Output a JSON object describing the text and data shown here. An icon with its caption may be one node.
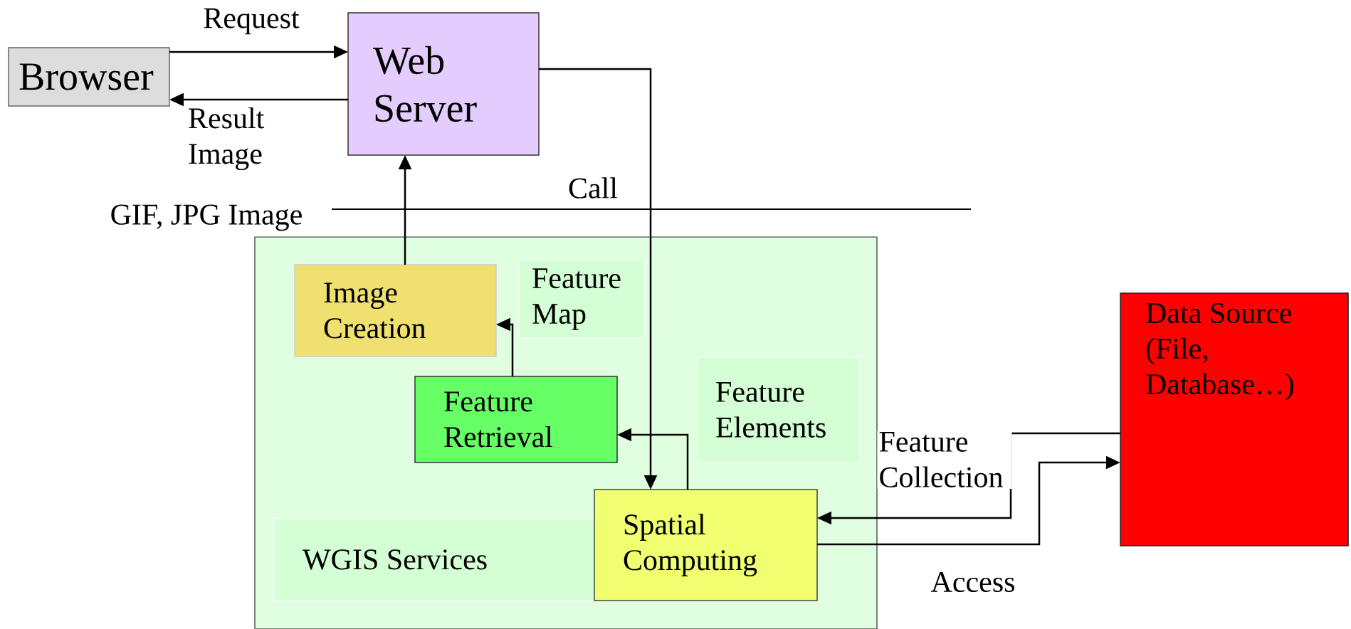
{
  "diagram": {
    "nodes": [
      {
        "text": [
          "Browser"
        ]
      },
      {
        "text": [
          "Web Server"
        ]
      },
      {
        "text": [],
        "shape": "box"
      },
      {
        "text": [
          "Image Creation"
        ],
        "in": 2
      },
      {
        "text": [
          "Feature Map"
        ],
        "in": 2
      },
      {
        "text": [
          "Feature Retrieval"
        ],
        "in": 2
      },
      {
        "text": [
          "Feature Elements"
        ],
        "in": 2
      },
      {
        "text": [
          "WGIS Services"
        ],
        "in": 2
      },
      {
        "text": [
          "Spatial Computing"
        ],
        "in": 2
      },
      {
        "text": [
          "Data Source (File, Database…)"
        ]
      }
    ],
    "edges": [
      {
        "from": 0,
        "to": 1,
        "arrow": "to",
        "label": "Request"
      },
      {
        "from": 1,
        "to": 0,
        "arrow": "to",
        "label": "Result Image"
      },
      {
        "from": 3,
        "to": 1,
        "arrow": "to",
        "label": "GIF, JPG Image"
      },
      {
        "from": 1,
        "to": 8,
        "arrow": "to",
        "label": "Call"
      },
      {
        "from": 5,
        "to": 3,
        "arrow": "to"
      },
      {
        "from": 8,
        "to": 5,
        "arrow": "to"
      },
      {
        "from": 9,
        "to": 8,
        "arrow": "to",
        "label": "Feature Collection"
      },
      {
        "from": 8,
        "to": 9,
        "arrow": "to",
        "label": "Access"
      }
    ]
  }
}
